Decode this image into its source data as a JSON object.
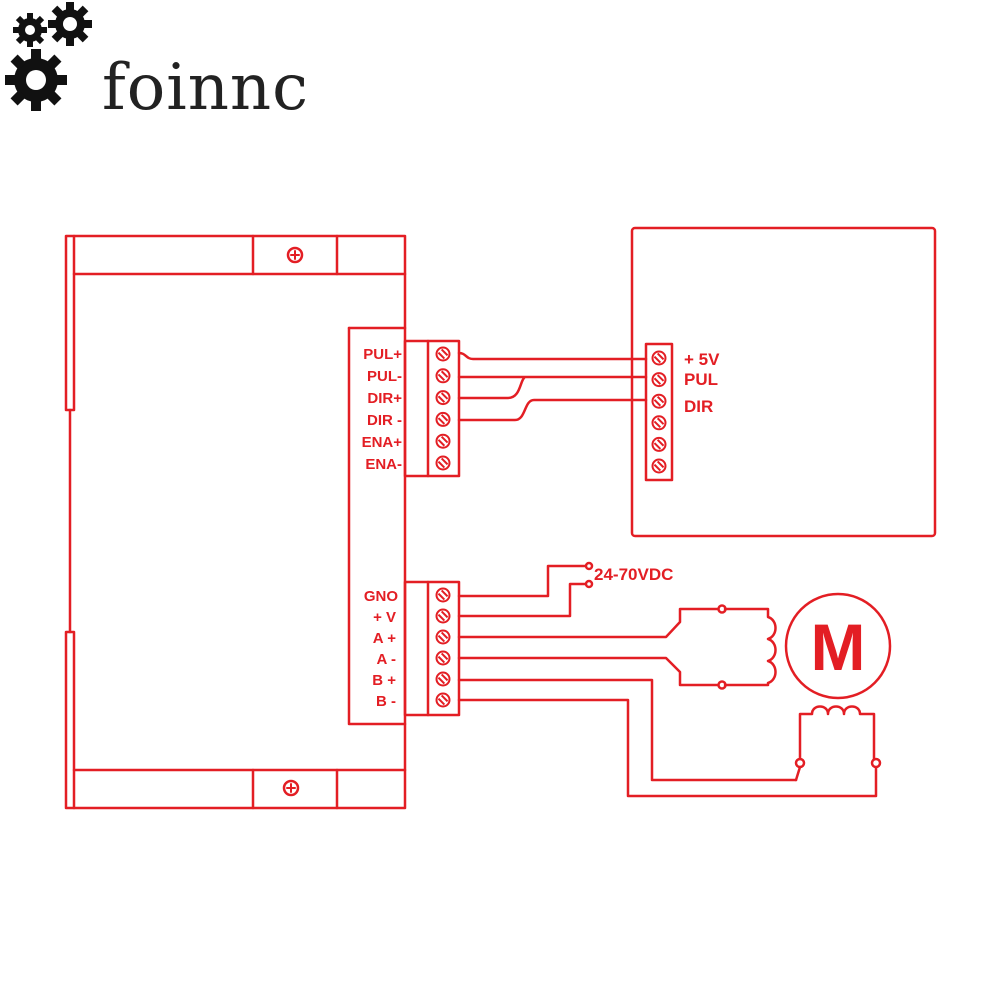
{
  "brand": {
    "name": "foinnc"
  },
  "colors": {
    "line": "#e31e24",
    "logo": "#111111",
    "brand_text": "#222222"
  },
  "driver": {
    "signal_terminals": [
      "PUL+",
      "PUL-",
      "DIR+",
      "DIR -",
      "ENA+",
      "ENA-"
    ],
    "power_terminals": [
      "GNO",
      "+ V",
      "A +",
      "A -",
      "B +",
      "B -"
    ]
  },
  "controller": {
    "terminals": [
      "+ 5V",
      "PUL",
      "DIR"
    ]
  },
  "power_supply": {
    "label": "24-70VDC"
  },
  "motor": {
    "label": "M"
  }
}
